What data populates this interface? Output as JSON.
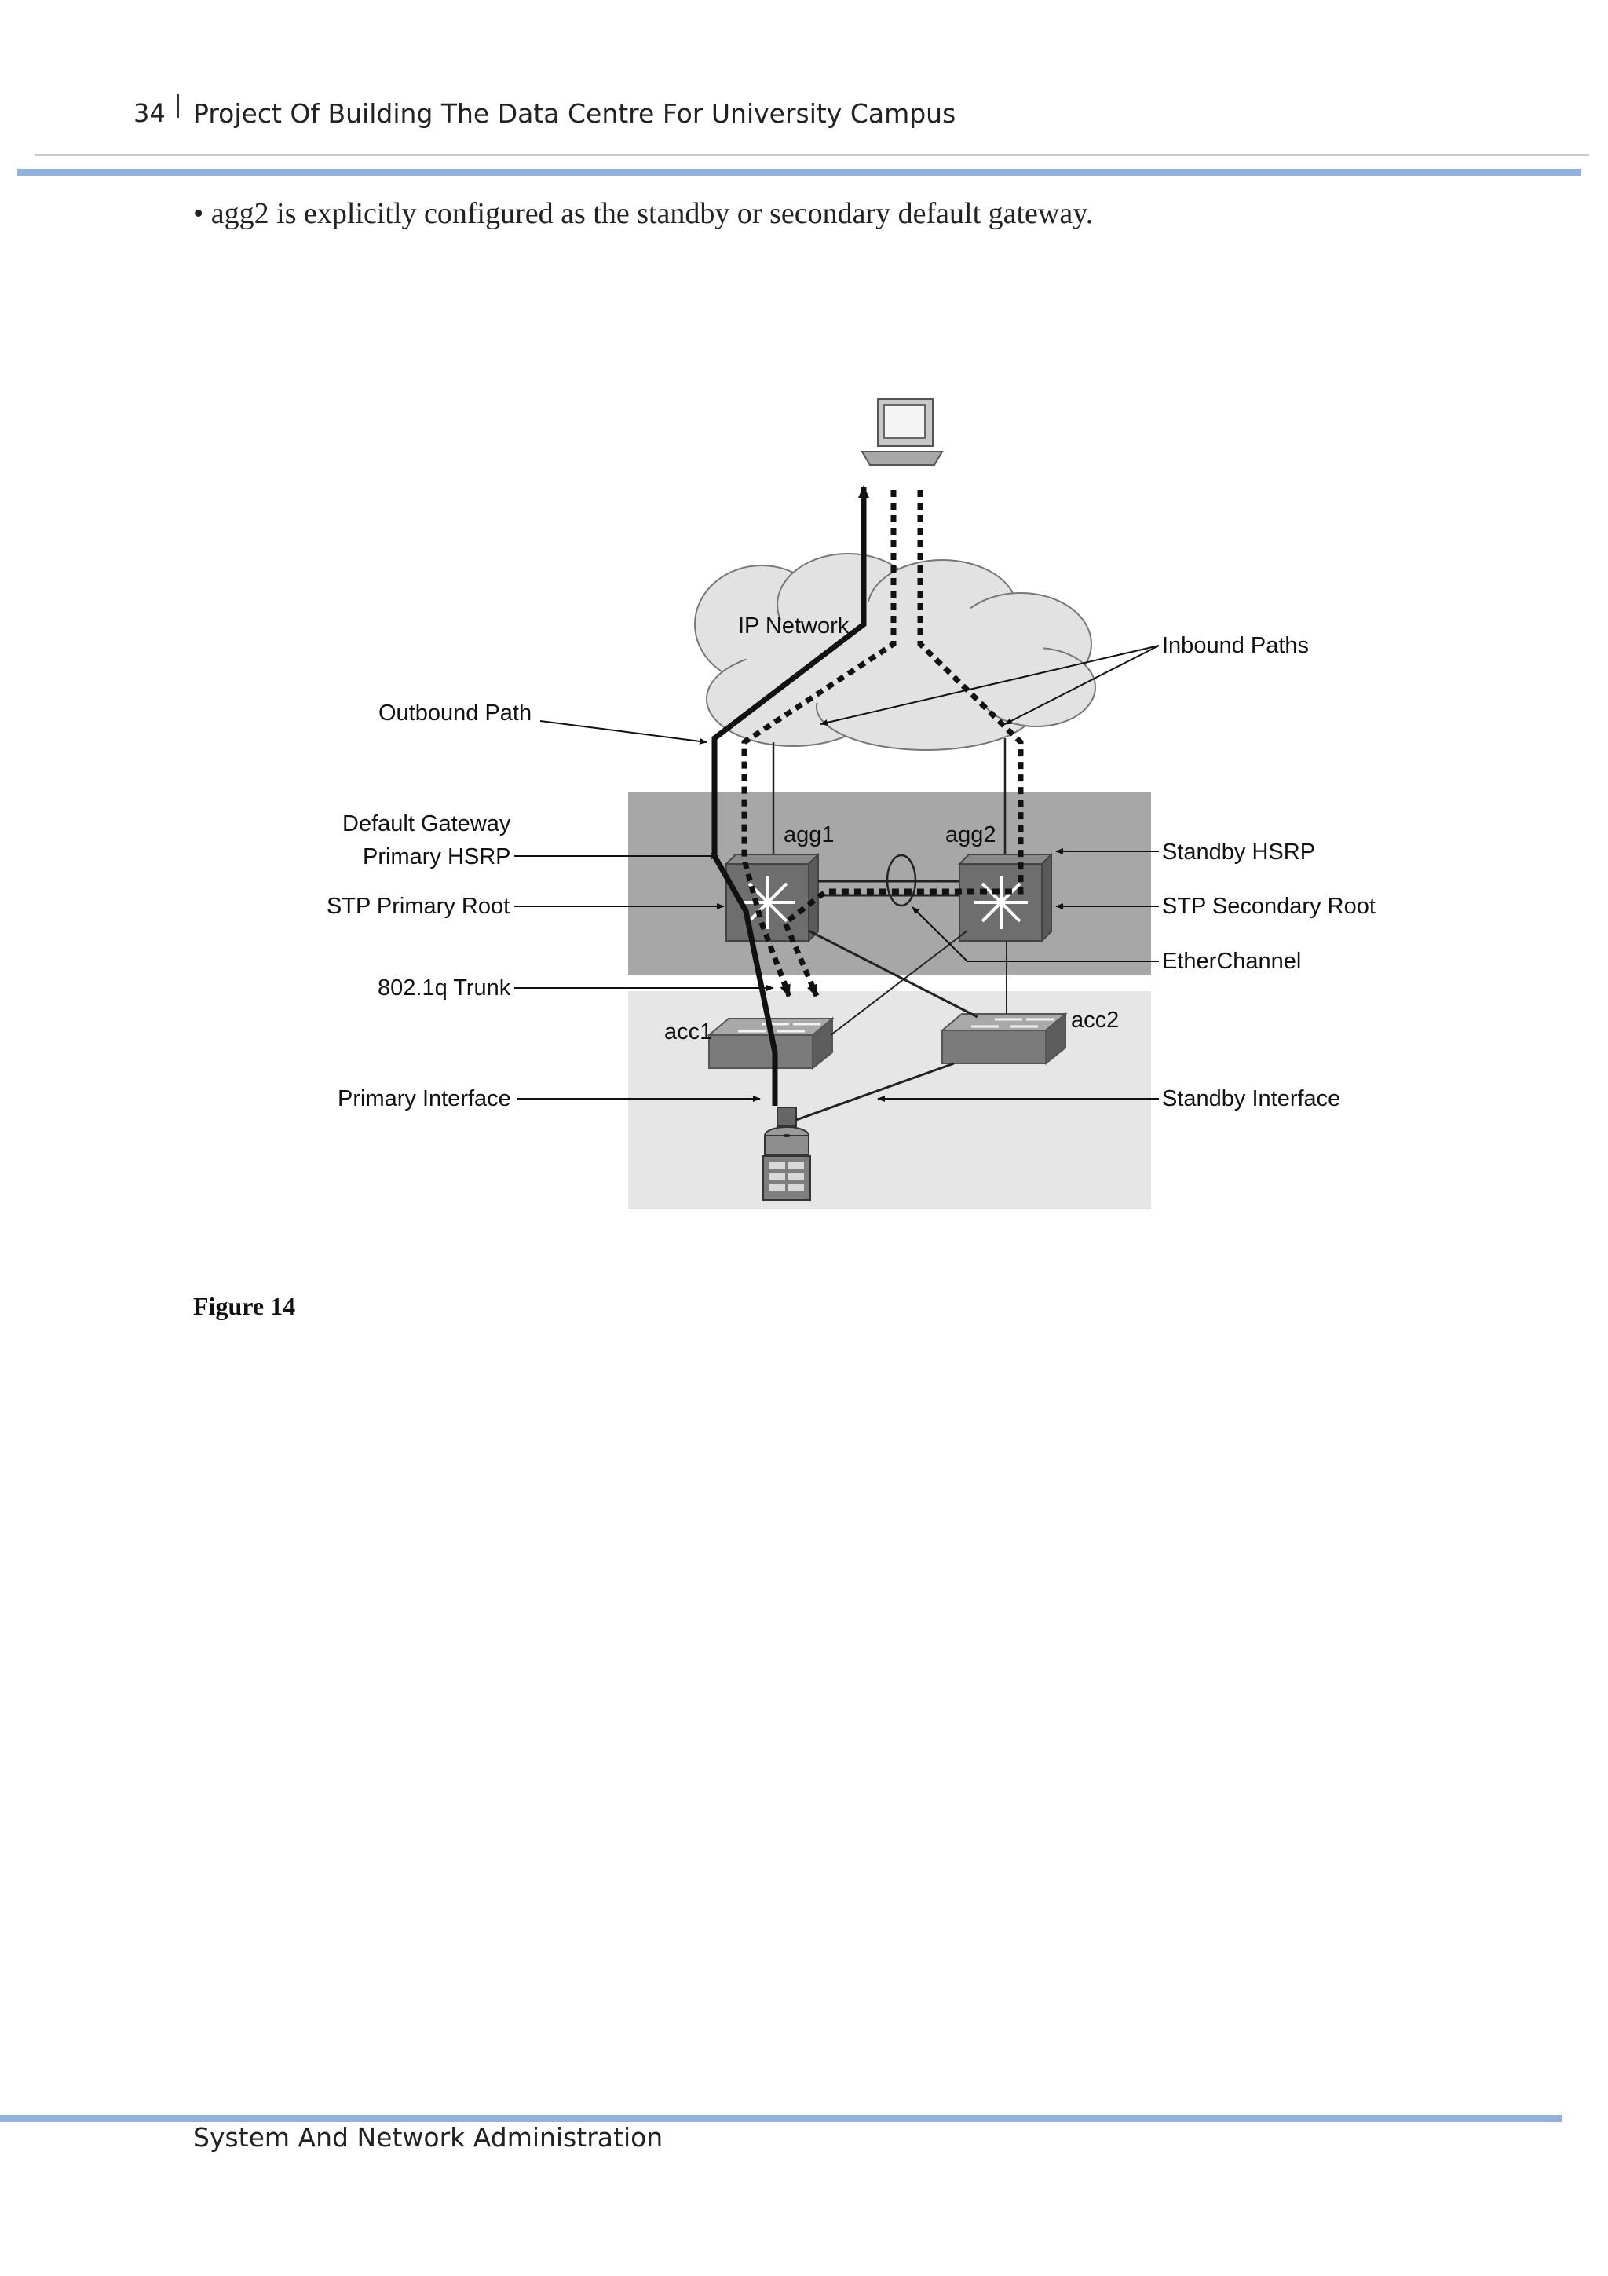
{
  "header": {
    "page_number": "34",
    "title": "Project Of Building The Data Centre For University Campus"
  },
  "body": {
    "bullet": "• agg2 is explicitly configured as the standby or secondary default gateway."
  },
  "figure": {
    "cloud_label": "IP Network",
    "node_labels": {
      "agg1": "agg1",
      "agg2": "agg2",
      "acc1": "acc1",
      "acc2": "acc2"
    },
    "callouts_left": {
      "outbound_path": "Outbound Path",
      "default_gateway": "Default Gateway",
      "primary_hsrp": "Primary HSRP",
      "stp_primary_root": "STP Primary Root",
      "trunk": "802.1q Trunk",
      "primary_interface": "Primary Interface"
    },
    "callouts_right": {
      "inbound_paths": "Inbound Paths",
      "standby_hsrp": "Standby HSRP",
      "stp_secondary_root": "STP Secondary Root",
      "etherchannel": "EtherChannel",
      "standby_interface": "Standby Interface"
    },
    "caption": "Figure 14"
  },
  "footer": {
    "text": "System And Network Administration"
  },
  "colors": {
    "accent_rule": "#93b1dd",
    "aggregation_band": "#a7a7a7",
    "access_band": "#e6e6e6"
  }
}
